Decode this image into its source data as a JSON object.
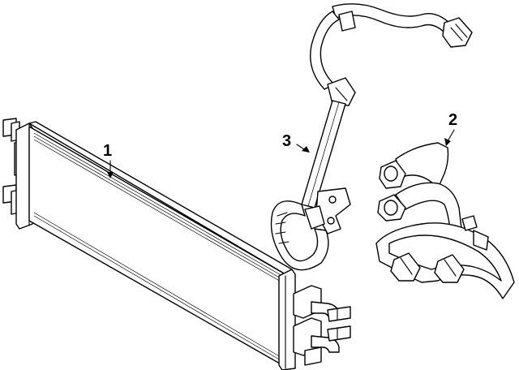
{
  "callouts": {
    "cooler": "1",
    "lower_hose": "2",
    "upper_hose": "3"
  },
  "colors": {
    "line": "#000000",
    "fill": "#ffffff"
  }
}
